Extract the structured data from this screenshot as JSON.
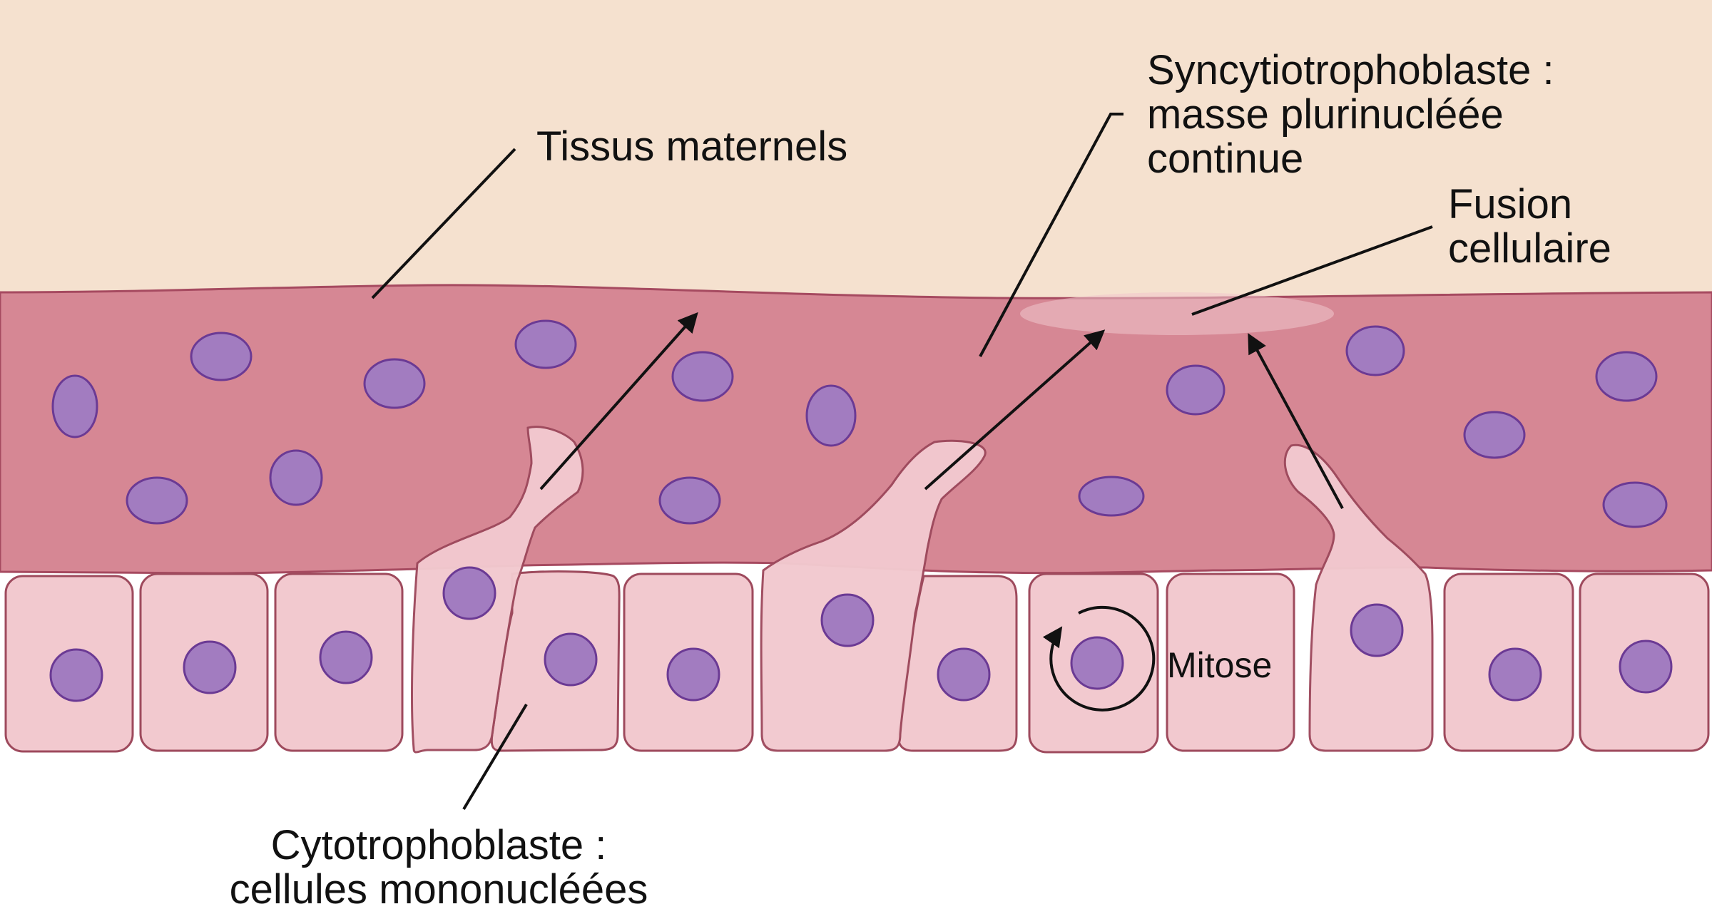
{
  "diagram": {
    "labels": {
      "maternal_tissue": "Tissus maternels",
      "syncytio_line1": "Syncytiotrophoblaste :",
      "syncytio_line2": "masse plurinucléée",
      "syncytio_line3": "continue",
      "fusion_line1": "Fusion",
      "fusion_line2": "cellulaire",
      "mitosis": "Mitose",
      "cyto_line1": "Cytotrophoblaste :",
      "cyto_line2": "cellules mononucléées"
    },
    "colors": {
      "maternal_tissue": "#f5e1cf",
      "syncytiotrophoblast": "#d68794",
      "syncytio_outline": "#a64a60",
      "cytotrophoblast_cell": "#f2c9cf",
      "cell_outline": "#9e4a5d",
      "nucleus_fill": "#a27cc0",
      "nucleus_outline": "#6b3a94",
      "background": "#ffffff",
      "arrows_and_leaders": "#111111"
    }
  }
}
